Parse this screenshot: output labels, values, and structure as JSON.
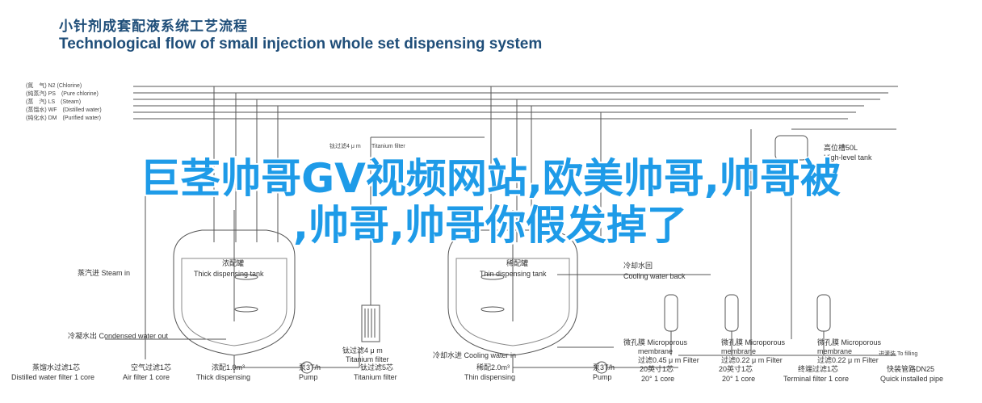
{
  "title": {
    "cn": "小针剂成套配液系统工艺流程",
    "en": "Technological flow of small injection whole set dispensing system"
  },
  "legend_lines": [
    "(氮　气) N2 (Chlorine)",
    "(纯蒸汽) PS　(Pure chlorine)",
    "(蒸　汽) LS　(Steam)",
    "(蒸馏水) WF　(Distilled water)",
    "(纯化水) DM　(Purified water)"
  ],
  "labels": {
    "steam_in": "蒸汽进 Steam in",
    "condensed_out": "冷凝水出 Condensed water out",
    "thick_tank_cn": "浓配罐",
    "thick_tank_en": "Thick dispensing tank",
    "thin_tank_cn": "稀配罐",
    "thin_tank_en": "Thin dispensing tank",
    "ti_filter_top_1": "钛过滤4 μ m",
    "ti_filter_top_2": "Titanium filter",
    "ti_filter_bot_1": "钛过滤4 μ m",
    "ti_filter_bot_2": "Titanium filter",
    "cooling_in": "冷却水进 Cooling water in",
    "cooling_back_cn": "冷却水回",
    "cooling_back_en": "Cooling water back",
    "hl_tank_cn": "高位槽50L",
    "hl_tank_en": "High-level tank",
    "to_filling": "进灌装 To filling",
    "mf1_a": "微孔膜 Microporous",
    "mf1_b": "membrane",
    "mf1_c": "过滤0.45 μ m  Filter",
    "mf2_a": "微孔膜 Microporous",
    "mf2_b": "membrane",
    "mf2_c": "过滤0.22 μ m  Filter"
  },
  "bottom_captions": [
    {
      "cn": "蒸馏水过滤1芯",
      "en": "Distilled water filter 1 core"
    },
    {
      "cn": "空气过滤1芯",
      "en": "Air filter 1 core"
    },
    {
      "cn": "浓配1.0m³",
      "en": "Thick dispensing"
    },
    {
      "cn": "泵3T/h",
      "en": "Pump"
    },
    {
      "cn": "钛过滤5芯",
      "en": "Titanium filter"
    },
    {
      "cn": "稀配2.0m³",
      "en": "Thin dispensing"
    },
    {
      "cn": "泵3T/h",
      "en": "Pump"
    },
    {
      "cn": "20英寸1芯",
      "en": "20° 1 core"
    },
    {
      "cn": "20英寸1芯",
      "en": "20° 1 core"
    },
    {
      "cn": "终端过滤1芯",
      "en": "Terminal filter 1 core"
    },
    {
      "cn": "快装管路DN25",
      "en": "Quick installed pipe"
    }
  ],
  "overlay": {
    "line1": "巨茎帅哥GV视频网站,欧美帅哥,帅哥被",
    "line2": ",帅哥,帅哥你假发掉了"
  }
}
